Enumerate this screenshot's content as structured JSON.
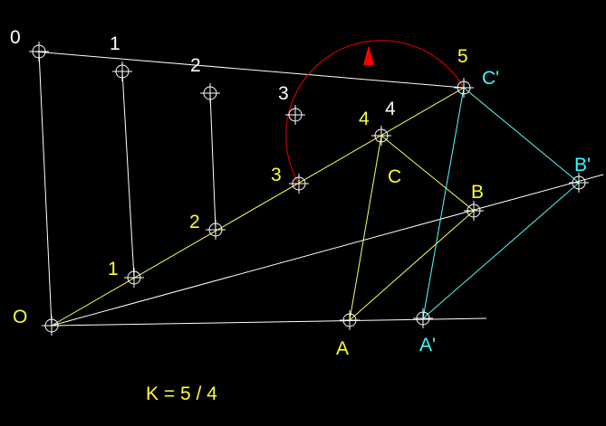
{
  "colors": {
    "background": "#000000",
    "line": "#ffffff",
    "yellow_line": "#ffff55",
    "cyan_line": "#55ffff",
    "arc": "#cc0000",
    "arrow": "#ff0000",
    "marker": "#ffffff",
    "label_white": "#ffffff",
    "label_yellow": "#ffff33",
    "label_cyan": "#33ffff"
  },
  "labels": {
    "top_0": "0",
    "top_1": "1",
    "top_2": "2",
    "top_3": "3",
    "top_4": "4",
    "top_5": "5",
    "low_1": "1",
    "low_2": "2",
    "low_3": "3",
    "low_4": "4",
    "point_O": "O",
    "point_A": "A",
    "point_A_prime": "A'",
    "point_B": "B",
    "point_B_prime": "B'",
    "point_C": "C",
    "point_C_prime": "C'"
  },
  "formula": "K = 5 / 4"
}
